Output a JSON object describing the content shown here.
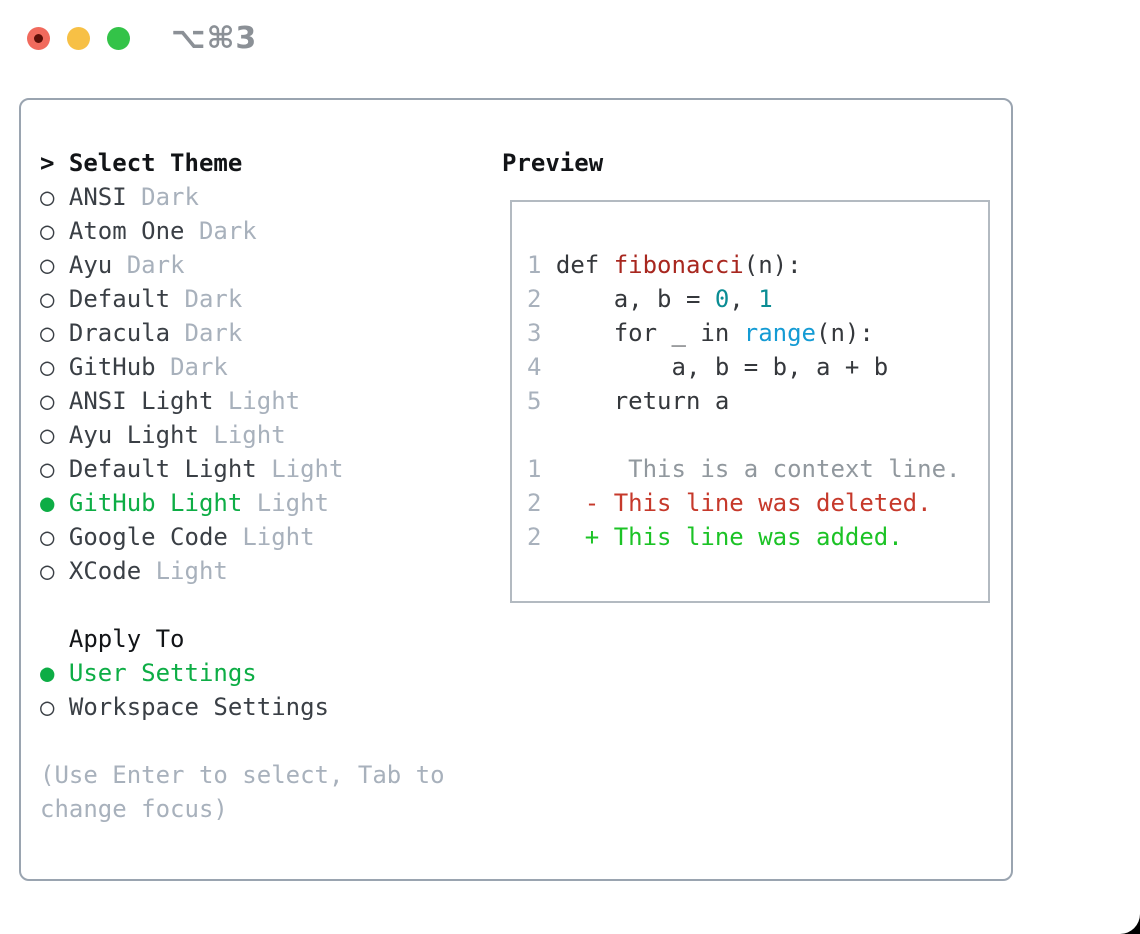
{
  "window": {
    "shortcut_label": "⌥⌘3",
    "traffic_lights": [
      {
        "name": "close",
        "color": "#f16a5d",
        "dot": "#5c0f08"
      },
      {
        "name": "minimize",
        "color": "#f7c045"
      },
      {
        "name": "zoom",
        "color": "#33c348"
      }
    ]
  },
  "colors": {
    "ink": "#121417",
    "name": "#3a3f45",
    "dim": "#a8b1bc",
    "selected_green": "#0dad45",
    "added_green": "#1cc326",
    "deleted_red": "#c6392b",
    "context_gray": "#91989e",
    "code_ink": "#35383c",
    "fn_red": "#a8271f",
    "num_teal": "#0b8d94",
    "builtin_blue": "#149bd4",
    "gutter": "#a8b1bc",
    "panel_border": "#9aa4b0",
    "box_border": "#b3bac1",
    "shortcut_gray": "#8b9096"
  },
  "theme_picker": {
    "prompt": ">",
    "title": "Select Theme",
    "radio_unselected": "○",
    "radio_selected": "●",
    "themes": [
      {
        "label": "ANSI",
        "variant": "Dark",
        "selected": false
      },
      {
        "label": "Atom One",
        "variant": "Dark",
        "selected": false
      },
      {
        "label": "Ayu",
        "variant": "Dark",
        "selected": false
      },
      {
        "label": "Default",
        "variant": "Dark",
        "selected": false
      },
      {
        "label": "Dracula",
        "variant": "Dark",
        "selected": false
      },
      {
        "label": "GitHub",
        "variant": "Dark",
        "selected": false
      },
      {
        "label": "ANSI Light",
        "variant": "Light",
        "selected": false
      },
      {
        "label": "Ayu Light",
        "variant": "Light",
        "selected": false
      },
      {
        "label": "Default Light",
        "variant": "Light",
        "selected": false
      },
      {
        "label": "GitHub Light",
        "variant": "Light",
        "selected": true
      },
      {
        "label": "Google Code",
        "variant": "Light",
        "selected": false
      },
      {
        "label": "XCode",
        "variant": "Light",
        "selected": false
      }
    ],
    "apply_to": {
      "title": "Apply To",
      "options": [
        {
          "label": "User Settings",
          "selected": true
        },
        {
          "label": "Workspace Settings",
          "selected": false
        }
      ]
    },
    "hint_lines": [
      "(Use Enter to select, Tab to",
      "change focus)"
    ]
  },
  "preview": {
    "title": "Preview",
    "code_lines": [
      {
        "name": "code-line-1",
        "segments": [
          {
            "text": "1",
            "style": "ln"
          },
          {
            "text": " def ",
            "style": "code"
          },
          {
            "text": "fibonacci",
            "style": "fn"
          },
          {
            "text": "(n):",
            "style": "code"
          }
        ]
      },
      {
        "name": "code-line-2",
        "segments": [
          {
            "text": "2",
            "style": "ln"
          },
          {
            "text": "     a, b = ",
            "style": "code"
          },
          {
            "text": "0",
            "style": "num"
          },
          {
            "text": ", ",
            "style": "code"
          },
          {
            "text": "1",
            "style": "num"
          }
        ]
      },
      {
        "name": "code-line-3",
        "segments": [
          {
            "text": "3",
            "style": "ln"
          },
          {
            "text": "     for _ in ",
            "style": "code"
          },
          {
            "text": "range",
            "style": "bi"
          },
          {
            "text": "(n):",
            "style": "code"
          }
        ]
      },
      {
        "name": "code-line-4",
        "segments": [
          {
            "text": "4",
            "style": "ln"
          },
          {
            "text": "         a, b = b, a + b",
            "style": "code"
          }
        ]
      },
      {
        "name": "code-line-5",
        "segments": [
          {
            "text": "5",
            "style": "ln"
          },
          {
            "text": "     return a",
            "style": "code"
          }
        ]
      },
      {
        "name": "code-line-blank",
        "segments": []
      },
      {
        "name": "diff-context-line",
        "segments": [
          {
            "text": "1",
            "style": "ln"
          },
          {
            "text": "      This is a context line.",
            "style": "ctx"
          }
        ]
      },
      {
        "name": "diff-deleted-line",
        "segments": [
          {
            "text": "2",
            "style": "ln"
          },
          {
            "text": "   - This line was deleted.",
            "style": "del"
          }
        ]
      },
      {
        "name": "diff-added-line",
        "segments": [
          {
            "text": "2",
            "style": "ln"
          },
          {
            "text": "   + This line was added.",
            "style": "add"
          }
        ]
      }
    ]
  }
}
